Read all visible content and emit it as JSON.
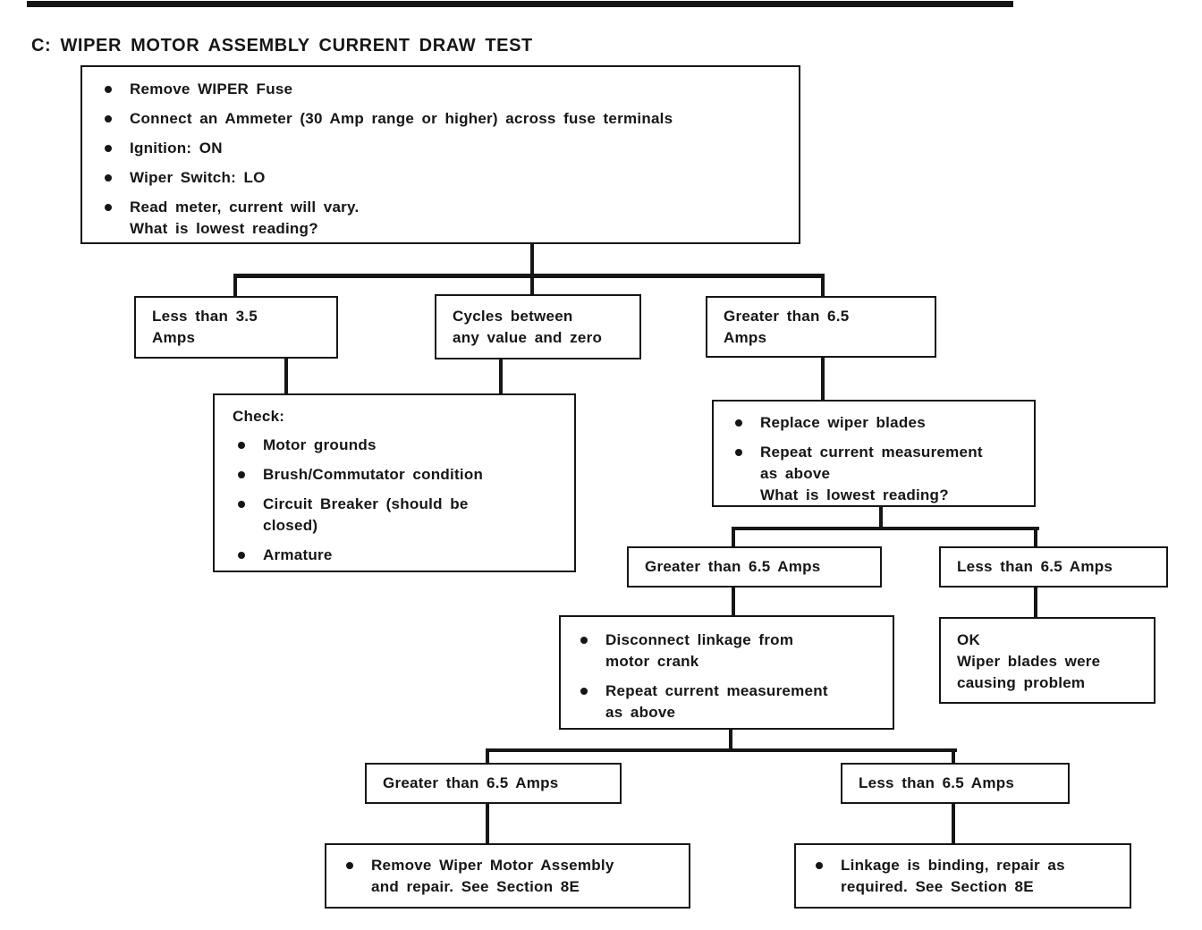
{
  "title": "C: WIPER MOTOR ASSEMBLY CURRENT DRAW TEST",
  "colors": {
    "ink": "#161616",
    "paper": "#ffffff"
  },
  "nodes": {
    "start": {
      "bullets": [
        "Remove WIPER Fuse",
        "Connect an Ammeter (30 Amp range or higher) across fuse terminals",
        "Ignition: ON",
        "Wiper Switch: LO",
        "Read meter, current will vary.\nWhat is lowest reading?"
      ]
    },
    "less_3_5": {
      "label": "Less than 3.5\nAmps"
    },
    "cycles": {
      "label": "Cycles between\nany value and zero"
    },
    "greater_6_5": {
      "label": "Greater than 6.5\nAmps"
    },
    "check": {
      "heading": "Check:",
      "bullets": [
        "Motor grounds",
        "Brush/Commutator condition",
        "Circuit Breaker (should be\nclosed)",
        "Armature"
      ]
    },
    "replace_blades": {
      "bullets": [
        "Replace wiper blades",
        "Repeat current measurement\nas above\nWhat is lowest reading?"
      ]
    },
    "greater_6_5_b": {
      "label": "Greater than 6.5 Amps"
    },
    "less_6_5_b": {
      "label": "Less than 6.5 Amps"
    },
    "disconnect": {
      "bullets": [
        "Disconnect linkage from\nmotor crank",
        "Repeat current measurement\nas above"
      ]
    },
    "ok": {
      "label": "OK\nWiper blades were\ncausing problem"
    },
    "greater_6_5_c": {
      "label": "Greater than 6.5 Amps"
    },
    "less_6_5_c": {
      "label": "Less than 6.5 Amps"
    },
    "remove_motor": {
      "bullets": [
        "Remove Wiper Motor Assembly\nand repair. See Section 8E"
      ]
    },
    "linkage_binding": {
      "bullets": [
        "Linkage is binding, repair as\nrequired. See Section 8E"
      ]
    }
  }
}
